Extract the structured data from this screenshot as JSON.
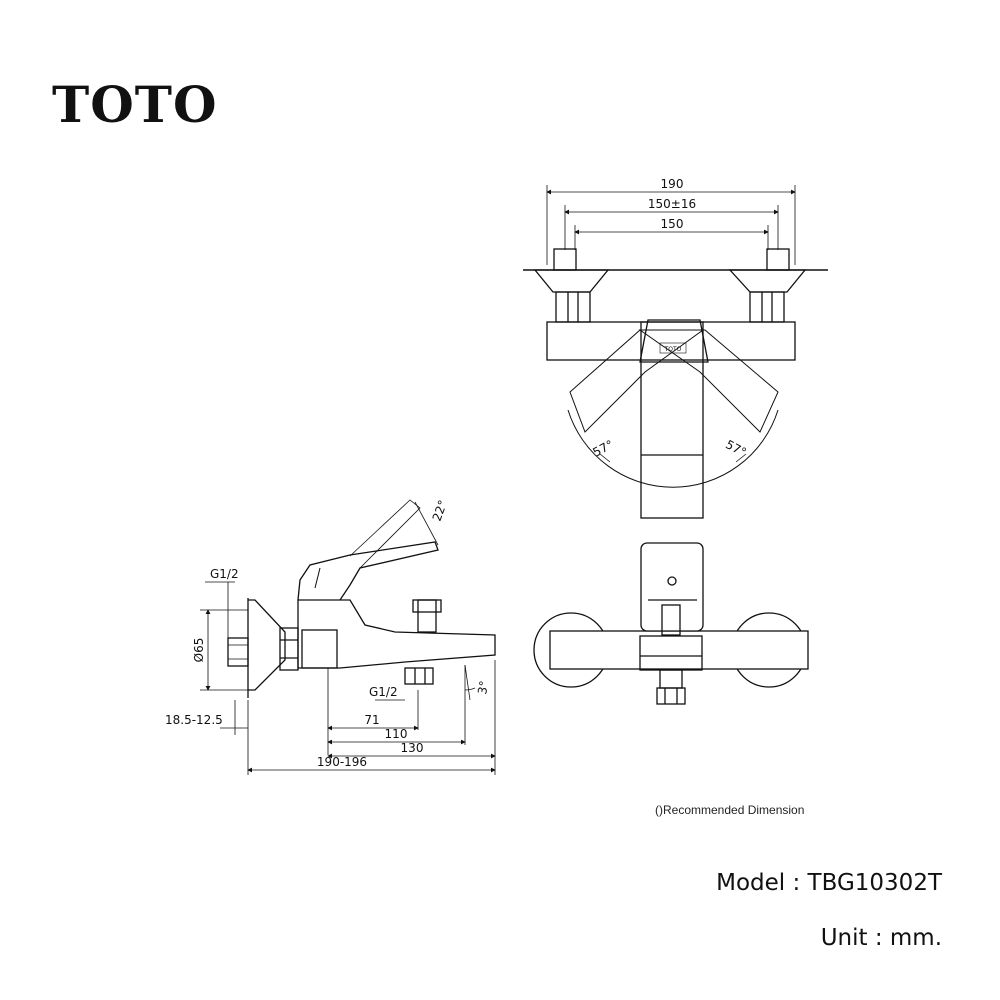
{
  "brand": {
    "logo_text": "TOTO"
  },
  "top_view": {
    "dim_overall": "190",
    "dim_adjust": "150±16",
    "dim_center": "150",
    "angle_left": "57°",
    "angle_right": "57°",
    "handle_logo": "TOTO"
  },
  "side_view": {
    "angle_handle": "22°",
    "thread_inlet": "G1/2",
    "flange_diameter": "Ø65",
    "thread_outlet": "G1/2",
    "angle_spout": "3°",
    "dim_71": "71",
    "dim_110": "110",
    "dim_130": "130",
    "dim_wall": "18.5-12.5",
    "dim_total": "190-196"
  },
  "note": "()Recommended Dimension",
  "model_label": "Model : TBG10302T",
  "unit_label": "Unit : mm."
}
